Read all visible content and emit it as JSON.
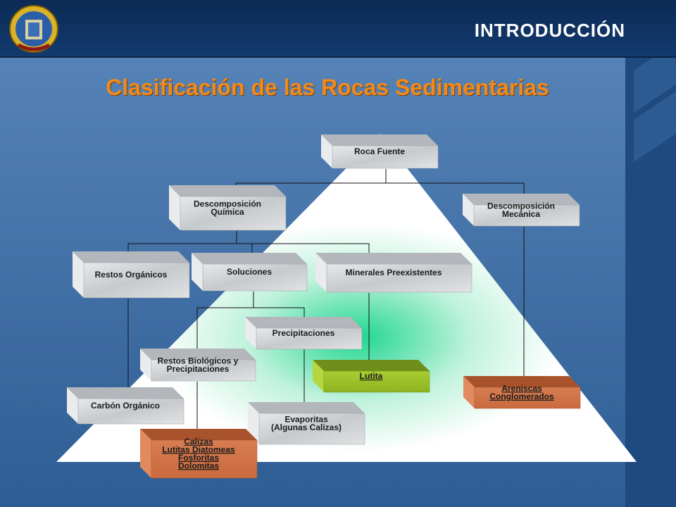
{
  "header": {
    "title": "INTRODUCCIÓN",
    "logo": "institution-seal-icon"
  },
  "slide": {
    "title": "Clasificación de las Rocas Sedimentarias"
  },
  "colors": {
    "title": "#f08a1c",
    "header": "#0c2a55",
    "stone": "#cfd2d6",
    "green": "#9fc42a",
    "orange": "#d2744a"
  },
  "boxes": {
    "roca_fuente": [
      "Roca Fuente"
    ],
    "desc_quimica": [
      "Descomposición",
      "Química"
    ],
    "desc_mecanica": [
      "Descomposición",
      "Mecánica"
    ],
    "restos_organicos": [
      "Restos Orgánicos"
    ],
    "soluciones": [
      "Soluciones"
    ],
    "minerales": [
      "Minerales Preexistentes"
    ],
    "precipitaciones": [
      "Precipitaciones"
    ],
    "restos_biologicos": [
      "Restos Biológicos y",
      "Precipitaciones"
    ],
    "lutita": [
      "Lutita"
    ],
    "areniscas": [
      "Areniscas",
      "Conglomerados"
    ],
    "carbon": [
      "Carbón Orgánico"
    ],
    "evaporitas": [
      "Evaporitas",
      "(Algunas Calizas)"
    ],
    "calizas": [
      "Calizas",
      "Lutitas Diatomeas",
      "Fosforitas",
      "Dolomitas"
    ]
  }
}
